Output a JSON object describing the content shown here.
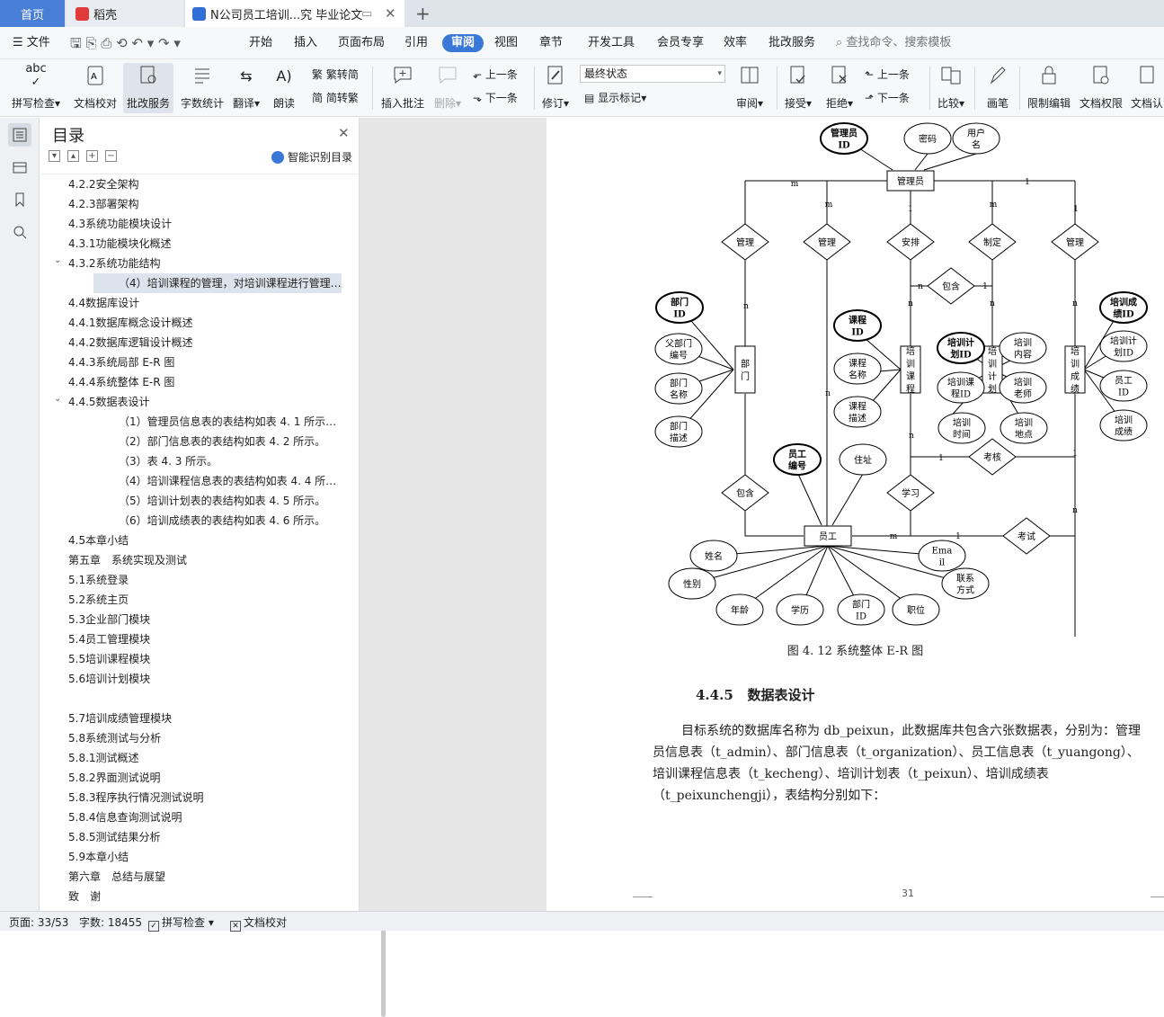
{
  "tabs": {
    "home": "首页",
    "daoke": "稻壳",
    "doc": "N公司员工培训...究 毕业论文"
  },
  "menu": {
    "file": "文件",
    "items": [
      "开始",
      "插入",
      "页面布局",
      "引用",
      "审阅",
      "视图",
      "章节",
      "开发工具",
      "会员专享",
      "效率",
      "批改服务"
    ],
    "search_placeholder": "查找命令、搜索模板"
  },
  "ribbon": {
    "spell": "拼写检查",
    "doc_check": "文档校对",
    "grade": "批改服务",
    "word_count": "字数统计",
    "translate": "翻译",
    "read": "朗读",
    "to_trad": "繁转简",
    "to_simp": "简转繁",
    "insert_comment": "插入批注",
    "delete": "删除",
    "prev": "上一条",
    "next": "下一条",
    "revise": "修订",
    "final_state": "最终状态",
    "show_marks": "显示标记",
    "review": "审阅",
    "accept": "接受",
    "reject": "拒绝",
    "prev2": "上一条",
    "next2": "下一条",
    "compare": "比较",
    "pen": "画笔",
    "restrict": "限制编辑",
    "doc_perm": "文档权限",
    "doc_cert": "文档认"
  },
  "toc": {
    "title": "目录",
    "smart": "智能识别目录",
    "items": [
      {
        "t": "4.2.2安全架构",
        "lv": 1
      },
      {
        "t": "4.2.3部署架构",
        "lv": 1
      },
      {
        "t": "4.3系统功能模块设计",
        "lv": 1
      },
      {
        "t": "4.3.1功能模块化概述",
        "lv": 1
      },
      {
        "t": "4.3.2系统功能结构",
        "lv": 1,
        "caret": true
      },
      {
        "t": "（4）培训课程的管理，对培训课程进行管理 ...",
        "lv": 2,
        "sel": true
      },
      {
        "t": "4.4数据库设计",
        "lv": 1
      },
      {
        "t": "4.4.1数据库概念设计概述",
        "lv": 1
      },
      {
        "t": "4.4.2数据库逻辑设计概述",
        "lv": 1
      },
      {
        "t": "4.4.3系统局部 E-R 图",
        "lv": 1
      },
      {
        "t": "4.4.4系统整体 E-R 图",
        "lv": 1
      },
      {
        "t": "4.4.5数据表设计",
        "lv": 1,
        "caret": true
      },
      {
        "t": "（1）管理员信息表的表结构如表 4. 1 所示 ...",
        "lv": 3
      },
      {
        "t": "（2）部门信息表的表结构如表 4. 2 所示。",
        "lv": 3
      },
      {
        "t": "（3）表 4. 3 所示。",
        "lv": 3
      },
      {
        "t": "（4）培训课程信息表的表结构如表 4. 4 所 ...",
        "lv": 3
      },
      {
        "t": "（5）培训计划表的表结构如表 4. 5 所示。",
        "lv": 3
      },
      {
        "t": "（6）培训成绩表的表结构如表 4. 6 所示。",
        "lv": 3
      },
      {
        "t": "4.5本章小结",
        "lv": 1
      },
      {
        "t": "第五章　系统实现及测试",
        "lv": 1
      },
      {
        "t": "5.1系统登录",
        "lv": 1
      },
      {
        "t": "5.2系统主页",
        "lv": 1
      },
      {
        "t": "5.3企业部门模块",
        "lv": 1
      },
      {
        "t": "5.4员工管理模块",
        "lv": 1
      },
      {
        "t": "5.5培训课程模块",
        "lv": 1
      },
      {
        "t": "5.6培训计划模块",
        "lv": 1
      },
      {
        "t": "",
        "lv": 1
      },
      {
        "t": "5.7培训成绩管理模块",
        "lv": 1
      },
      {
        "t": "5.8系统测试与分析",
        "lv": 1
      },
      {
        "t": "5.8.1测试概述",
        "lv": 1
      },
      {
        "t": "5.8.2界面测试说明",
        "lv": 1
      },
      {
        "t": "5.8.3程序执行情况测试说明",
        "lv": 1
      },
      {
        "t": "5.8.4信息查询测试说明",
        "lv": 1
      },
      {
        "t": "5.8.5测试结果分析",
        "lv": 1
      },
      {
        "t": "5.9本章小结",
        "lv": 1
      },
      {
        "t": "第六章　总结与展望",
        "lv": 1
      },
      {
        "t": "致　谢",
        "lv": 1
      }
    ]
  },
  "er": {
    "entities": {
      "admin": "管理员",
      "dept": "部门",
      "course": "培训课程",
      "plan": "培训计划",
      "score": "培训成绩",
      "staff": "员工"
    },
    "rels": {
      "manage1": "管理",
      "manage2": "管理",
      "arrange": "安排",
      "make": "制定",
      "manage3": "管理",
      "include1": "包含",
      "include2": "包含",
      "study": "学习",
      "assess": "考核",
      "exam": "考试"
    },
    "attrs": {
      "admin_id": "管理员ID",
      "pwd": "密码",
      "uname": "用户名",
      "dept_id": "部门ID",
      "parent_dept": "父部门编号",
      "dept_name": "部门名称",
      "dept_desc": "部门描述",
      "course_id": "课程ID",
      "course_name": "课程名称",
      "course_desc": "课程描述",
      "plan_id": "培训计划ID",
      "plan_course": "培训课程ID",
      "plan_content": "培训内容",
      "plan_teacher": "培训老师",
      "plan_time": "培训时间",
      "plan_place": "培训地点",
      "score_id": "培训成绩ID",
      "score_plan": "培训计划ID",
      "score_staff": "员工ID",
      "score_val": "培训成绩",
      "staff_no": "员工编号",
      "addr": "住址",
      "name": "姓名",
      "gender": "性别",
      "age": "年龄",
      "edu": "学历",
      "staff_dept": "部门ID",
      "job": "职位",
      "email": "Email",
      "contact": "联系方式"
    },
    "card": {
      "m": "m",
      "n": "n",
      "one": "1"
    }
  },
  "doc": {
    "caption": "图 4. 12  系统整体 E-R 图",
    "heading_num": "4.4.5",
    "heading": "数据表设计",
    "para": "目标系统的数据库名称为 db_peixun，此数据库共包含六张数据表，分别为：管理员信息表（t_admin）、部门信息表（t_organization）、员工信息表（t_yuangong）、培训课程信息表（t_kecheng）、培训计划表（t_peixun）、培训成绩表（t_peixunchengji），表结构分别如下：",
    "page_no": "31"
  },
  "status": {
    "page": "页面: 33/53",
    "words": "字数: 18455",
    "spell": "拼写检查",
    "check": "文档校对"
  },
  "colors": {
    "accent": "#3a78d8",
    "home_tab": "#4a7fd8"
  }
}
